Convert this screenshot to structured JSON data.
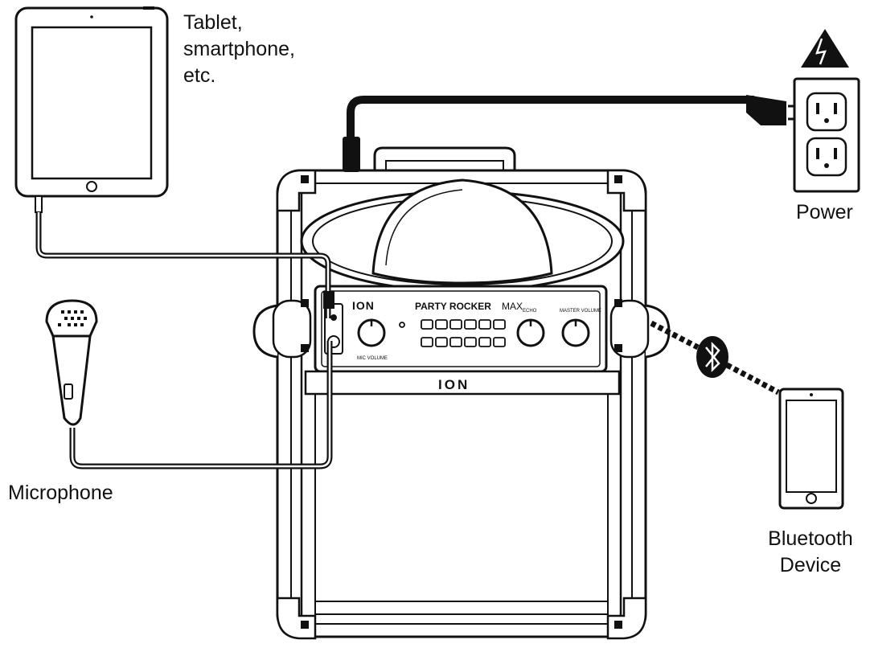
{
  "labels": {
    "tablet": [
      "Tablet,",
      "smartphone,",
      "etc."
    ],
    "power": "Power",
    "microphone": "Microphone",
    "bluetooth": [
      "Bluetooth",
      "Device"
    ]
  },
  "panel": {
    "brand": "ION",
    "product": "PARTY ROCKER",
    "product_suffix": "MAX",
    "knob_mic": "MIC VOLUME",
    "knob_echo": "ECHO",
    "knob_master": "MASTER VOLUME",
    "front_logo": "ION"
  },
  "colors": {
    "line": "#111111",
    "cable": "#1a1a1a",
    "fill_light": "#f2f2f2",
    "background": "#ffffff"
  }
}
